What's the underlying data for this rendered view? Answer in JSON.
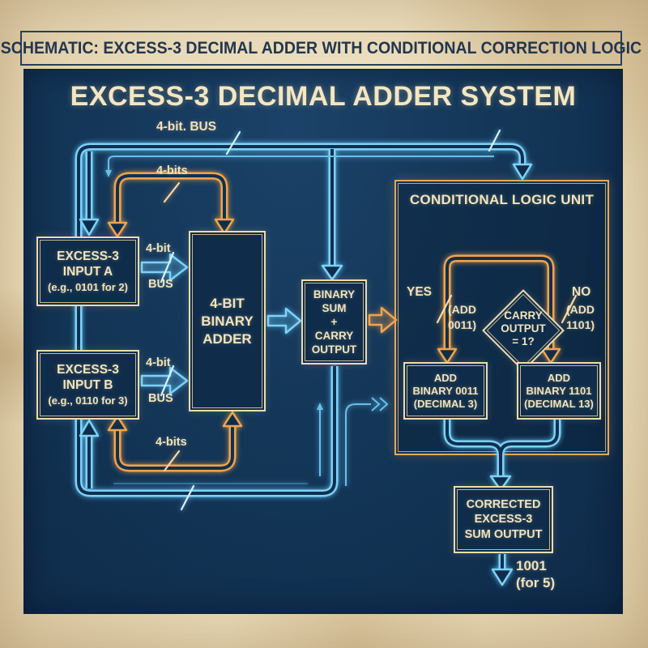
{
  "banner": {
    "text": "SCHEMATIC: EXCESS-3 DECIMAL ADDER WITH CONDITIONAL CORRECTION LOGIC"
  },
  "title": "EXCESS-3 DECIMAL ADDER SYSTEM",
  "labels": {
    "top_bus": "4-bit. BUS",
    "orange_top_bus": "4-bits",
    "orange_bottom_bus": "4-bits",
    "bus_a": {
      "top": "4-bit",
      "bottom": "BUS"
    },
    "bus_b": {
      "top": "4-bit",
      "bottom": "BUS"
    },
    "yes": "YES",
    "yes_note": [
      "(ADD",
      "0011)"
    ],
    "no": "NO",
    "no_note": [
      "(ADD",
      "1101)"
    ],
    "result": [
      "1001",
      "(for 5)"
    ]
  },
  "boxes": {
    "input_a": {
      "lines": [
        "EXCESS-3",
        "INPUT A",
        "(e.g., 0101 for 2)"
      ]
    },
    "input_b": {
      "lines": [
        "EXCESS-3",
        "INPUT B",
        "(e.g., 0110 for 3)"
      ]
    },
    "adder": {
      "lines": [
        "4-BIT",
        "BINARY",
        "ADDER"
      ]
    },
    "sum": {
      "lines": [
        "BINARY",
        "SUM",
        "+",
        "CARRY",
        "OUTPUT"
      ]
    },
    "logic_unit": {
      "title": "CONDITIONAL LOGIC UNIT"
    },
    "decision": {
      "lines": [
        "CARRY",
        "OUTPUT",
        "= 1?"
      ]
    },
    "add3": {
      "lines": [
        "ADD",
        "BINARY 0011",
        "(DECIMAL 3)"
      ]
    },
    "add13": {
      "lines": [
        "ADD",
        "BINARY 1101",
        "(DECIMAL 13)"
      ]
    },
    "corrected": {
      "lines": [
        "CORRECTED",
        "EXCESS-3",
        "SUM OUTPUT"
      ]
    }
  },
  "colors": {
    "paper": "#e8d9b6",
    "panel_navy": "#10304f",
    "line_blue": "#7dd2f8",
    "line_orange": "#f0a44e",
    "text_cream": "#f2e4bd",
    "banner_ink": "#22364f"
  }
}
